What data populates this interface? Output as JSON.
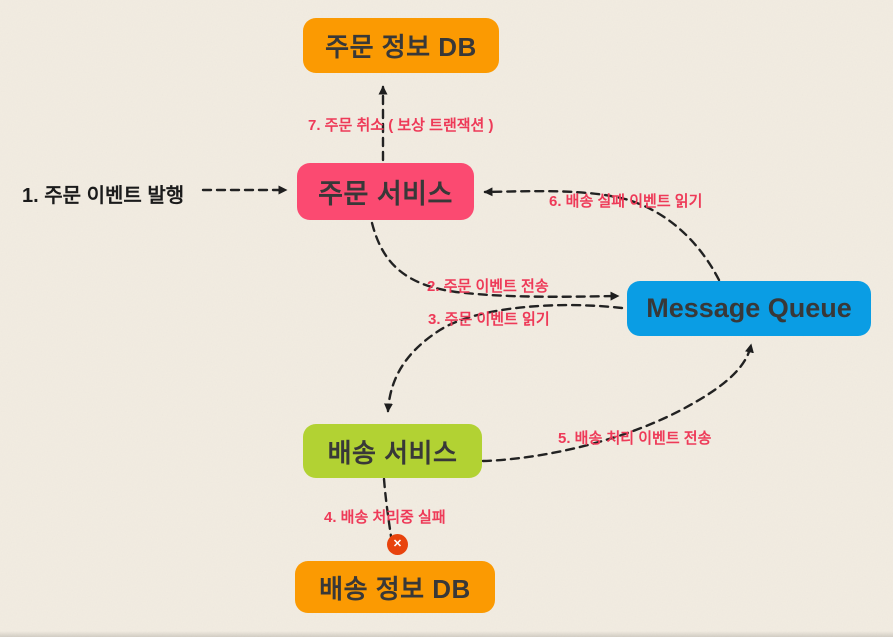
{
  "canvas": {
    "background_color": "#f2ece1",
    "dash_stroke_color": "#222222",
    "node_text_color": "#383838"
  },
  "nodes": {
    "order_db": {
      "label": "주문 정보 DB",
      "color": "#fb9a02"
    },
    "order_service": {
      "label": "주문 서비스",
      "color": "#fb4a71"
    },
    "message_queue": {
      "label": "Message Queue",
      "color": "#0a9de4"
    },
    "delivery_service": {
      "label": "배송 서비스",
      "color": "#b2d233"
    },
    "delivery_db": {
      "label": "배송 정보 DB",
      "color": "#fb9a02"
    }
  },
  "steps": {
    "step1": {
      "text": "1. 주문 이벤트 발행",
      "color": "#1b1b1b"
    },
    "step2": {
      "text": "2. 주문 이벤트 전송",
      "color": "#ee3a58"
    },
    "step3": {
      "text": "3. 주문 이벤트 읽기",
      "color": "#ee3a58"
    },
    "step4": {
      "text": "4. 배송 처리중 실패",
      "color": "#ee3a58"
    },
    "step5": {
      "text": "5. 배송 처리 이벤트 전송",
      "color": "#ee3a58"
    },
    "step6": {
      "text": "6. 배송 실패 이벤트 읽기",
      "color": "#ee3a58"
    },
    "step7": {
      "text": "7. 주문 취소 ( 보상 트랜잭션 )",
      "color": "#ee3a58"
    }
  },
  "icons": {
    "failure": {
      "glyph": "✕",
      "color": "#e8430d"
    }
  }
}
